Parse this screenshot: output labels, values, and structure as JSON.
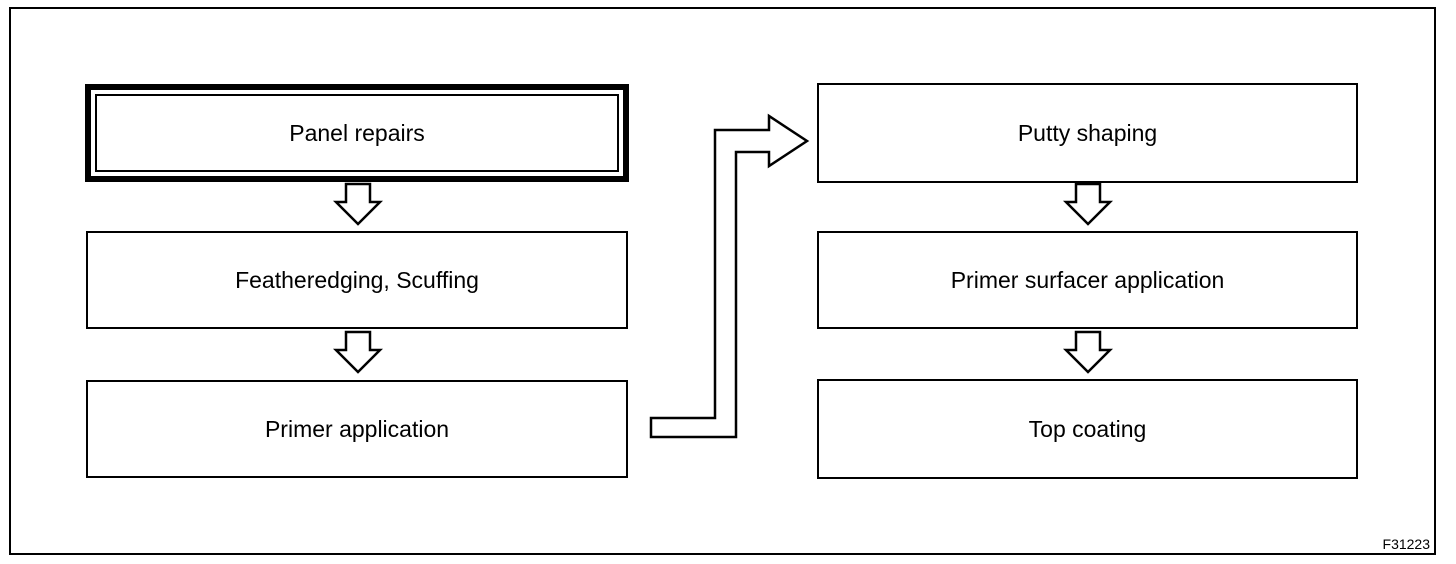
{
  "steps": {
    "left": [
      {
        "label": "Panel repairs"
      },
      {
        "label": "Featheredging, Scuffing"
      },
      {
        "label": "Primer application"
      }
    ],
    "right": [
      {
        "label": "Putty shaping"
      },
      {
        "label": "Primer surfacer application"
      },
      {
        "label": "Top coating"
      }
    ]
  },
  "figure_code": "F31223"
}
